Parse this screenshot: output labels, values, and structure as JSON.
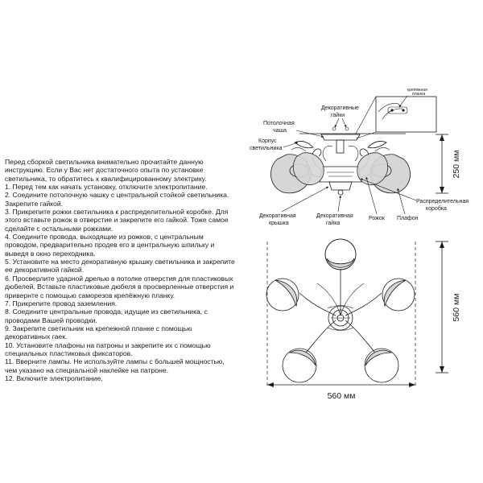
{
  "instructions": {
    "intro": "Перед сборкой светильника внимательно прочитайте данную инструкцию. Если у Вас нет достаточного опыта по установке светильника, то обратитесь к квалифицированному электрику.",
    "steps": [
      "1. Перед тем как начать установку, отключите электропитание.",
      "2. Соедините потолочную чашку с центральной стойкой светильника. Закрепите гайкой.",
      "3. Прикрепите рожки светильника к распределительной коробке. Для этого вставьте рожок в отверстие и закрепите его гайкой. Тоже самое сделайте с остальными рожками.",
      "4. Соедините провода, выходящие из рожков, с центральным проводом, предварительно продев его в центральную шпильку и выведя в окно переходника.",
      "5. Установите на место  декоративную крышку светильника и закрепите ее декоративной гайкой.",
      "6. Просверлите ударной дрелью в потолке отверстия для пластиковых дюбелей. Вставьте пластиковые дюбеля в просверленные отверстия и привернте с помощью саморезов крепёжную планку.",
      "7. Прикрепите провод заземления.",
      "8. Соедините центральные провода, идущие из светильника, с проводами Вашей проводки.",
      "9. Закрепите светильник на крепежной планке с помощью декоративных гаек.",
      "10. Установите плафоны на патроны и закрепите их с помощью специальных пластиковых фиксаторов.",
      "11. Вверните лампы. Не используйте лампы с большей мощностью, чем указано на специальной наклейке на патроне.",
      "12. Включите электропитание."
    ]
  },
  "labels": {
    "mounting_plate": [
      "крепежная",
      "планка"
    ],
    "decorative_nuts": [
      "Декоративные",
      "гайки"
    ],
    "ceiling_cup": [
      "Потолочная",
      "чаша"
    ],
    "body": [
      "Корпус",
      "светильника"
    ],
    "junction_box": [
      "Распределительная",
      "коробка"
    ],
    "decorative_cover": [
      "Декоративная",
      "крышка"
    ],
    "decorative_nut": [
      "Декоративная",
      "гайка"
    ],
    "arm": "Рожок",
    "shade": "Плафон"
  },
  "dimensions": {
    "height": "250 мм",
    "diameter_side": "560 мм",
    "diameter_bottom": "560 мм"
  }
}
